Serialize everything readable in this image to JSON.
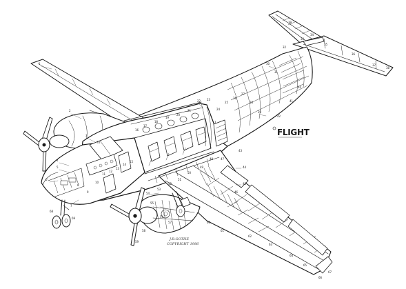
{
  "logo": {
    "text": "FLIGHT"
  },
  "signature": {
    "line1": "J.R.GOTHE",
    "line2": "COPYRIGHT 1986"
  },
  "callouts": [
    "1",
    "2",
    "3",
    "4",
    "5",
    "6",
    "7",
    "8",
    "9",
    "10",
    "11",
    "12",
    "13",
    "14",
    "15",
    "16",
    "17",
    "18",
    "19",
    "20",
    "21",
    "22",
    "23",
    "24",
    "25",
    "26",
    "27",
    "28",
    "29",
    "30",
    "31",
    "32",
    "33",
    "34",
    "35",
    "36",
    "37",
    "38",
    "39",
    "40",
    "41",
    "42",
    "43",
    "44",
    "45",
    "46",
    "47",
    "48",
    "49",
    "50",
    "51",
    "52",
    "53",
    "54",
    "55",
    "56",
    "57",
    "58",
    "59",
    "60",
    "61",
    "62",
    "63",
    "64",
    "65",
    "66",
    "67",
    "68",
    "69",
    "70"
  ],
  "colors": {
    "ink": "#1a1a1a",
    "paper": "#ffffff"
  }
}
